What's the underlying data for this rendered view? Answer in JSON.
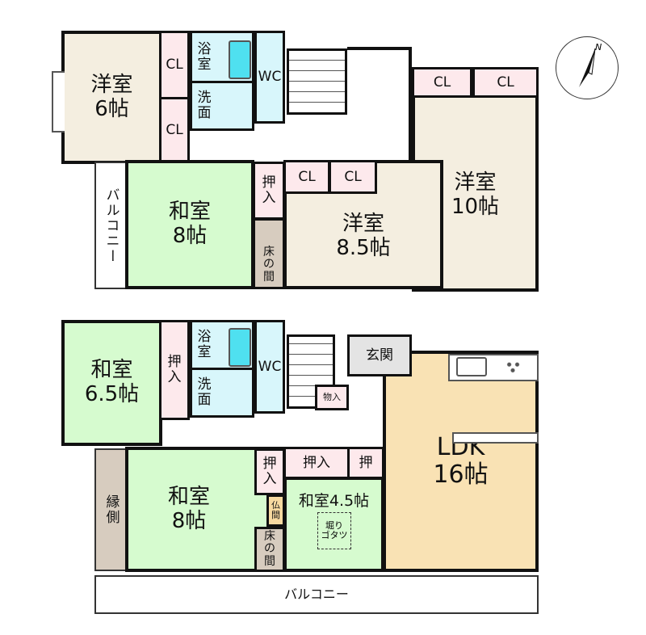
{
  "compass": {
    "label": "N"
  },
  "upper_floor": {
    "western_6": {
      "name": "洋室",
      "size": "6帖"
    },
    "closet_a": "CL",
    "closet_b": "CL",
    "bath": "浴室",
    "washroom": "洗面",
    "wc": "WC",
    "western_10": {
      "name": "洋室",
      "size": "10帖"
    },
    "closet_c": "CL",
    "closet_d": "CL",
    "japanese_8": {
      "name": "和室",
      "size": "8帖"
    },
    "balcony": "バルコニー",
    "oshiire": "押入",
    "tokonoma": "床の間",
    "western_85": {
      "name": "洋室",
      "size": "8.5帖"
    },
    "closet_e": "CL",
    "closet_f": "CL"
  },
  "lower_floor": {
    "japanese_65": {
      "name": "和室",
      "size": "6.5帖"
    },
    "oshiire_a": "押入",
    "bath": "浴室",
    "washroom": "洗面",
    "wc": "WC",
    "storage": "物入",
    "entrance": "玄関",
    "ldk": {
      "name": "LDK",
      "size": "16帖"
    },
    "japanese_8": {
      "name": "和室",
      "size": "8帖"
    },
    "engawa": "縁側",
    "oshiire_b": "押入",
    "butsuma": "仏間",
    "tokonoma": "床の間",
    "oshiire_c": "押入",
    "oshiire_d": "押",
    "japanese_45": {
      "name": "和室4.5帖"
    },
    "kotatsu": "堀り\nゴタツ",
    "balcony": "バルコニー"
  }
}
